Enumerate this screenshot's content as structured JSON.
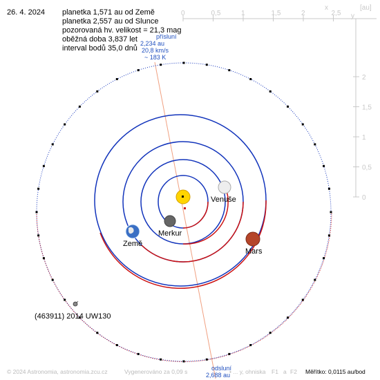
{
  "header": {
    "date": "26. 4. 2024",
    "lines": [
      "planetka 1,571 au od Země",
      "planetka 2,557 au od Slunce",
      "pozorovaná hv. velikost = 21,3 mag",
      "oběžná doba 3,837 let",
      "interval bodů 35,0 dnů"
    ]
  },
  "perihelion": {
    "title": "přísluní",
    "distance": "2,234 au",
    "speed": "20,8 km/s",
    "temperature": "~ 183 K"
  },
  "aphelion": {
    "title": "odsluní",
    "distance": "2,688 au"
  },
  "bodies": {
    "venus": "Venuše",
    "earth": "Země",
    "mercury": "Merkur",
    "mars": "Mars",
    "asteroid": "(463911) 2014 UW130"
  },
  "scale": {
    "unit": "[au]",
    "x_axis_label": "x",
    "y_axis_label": "y",
    "x_ticks": [
      "0",
      "0,5",
      "1",
      "1,5",
      "2",
      "2,5"
    ],
    "y_ticks": [
      "2",
      "1,5",
      "1",
      "0,5",
      "0"
    ]
  },
  "footer": {
    "copyright": "© 2024 Astronomia, astronomia.zcu.cz",
    "generated": "Vygenerováno za 0,09 s",
    "legend_mid": "• ... y, ohniska",
    "f1": "F1",
    "a": "a",
    "f2": "F2",
    "scale": "Měřítko: 0,0115 au/bod"
  },
  "colors": {
    "orbit_red": "#cc1111",
    "orbit_blue": "#1133bb",
    "asteroid_orbit": "#1133bb",
    "apsides_line": "#f0a080",
    "sun": "#ffd400",
    "text_blue": "#1f4fbf",
    "scale_gray": "#c8c8c8"
  }
}
